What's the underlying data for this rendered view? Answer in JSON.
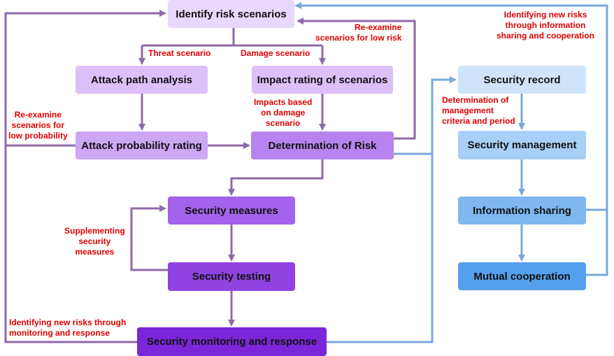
{
  "nodes": {
    "identify": "Identify risk scenarios",
    "attack_path": "Attack path analysis",
    "impact_rating": "Impact rating of scenarios",
    "attack_prob": "Attack probability rating",
    "determination": "Determination of Risk",
    "measures": "Security measures",
    "testing": "Security testing",
    "monitoring": "Security monitoring and response",
    "record": "Security record",
    "management": "Security management",
    "sharing": "Information sharing",
    "cooperation": "Mutual cooperation"
  },
  "labels": {
    "threat": "Threat scenario",
    "damage": "Damage scenario",
    "reexamine_low_risk": "Re-examine\nscenarios for low risk",
    "reexamine_low_prob": "Re-examine\nscenarios for\nlow probability",
    "impacts_based": "Impacts based\non damage\nscenario",
    "supplementing": "Supplementing\nsecurity\nmeasures",
    "new_risks_monitoring": "Identifying new risks through\nmonitoring and response",
    "determination_criteria": "Determination of\nmanagement\ncriteria and period",
    "new_risks_sharing": "Identifying new risks\nthrough information\nsharing and cooperation"
  },
  "colors": {
    "purple_arrow": "#8e6aa8",
    "blue_arrow": "#7aa7dc",
    "label_red": "#e00000"
  }
}
